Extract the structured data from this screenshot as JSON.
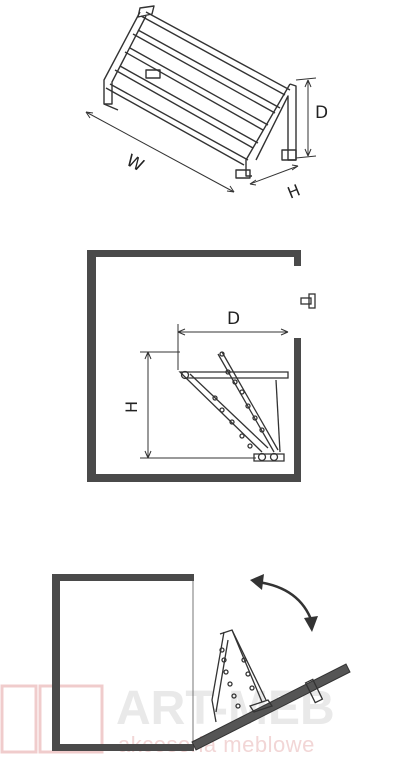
{
  "diagram_iso": {
    "label_width": "W",
    "label_depth": "D",
    "label_height": "H"
  },
  "diagram_section": {
    "label_depth": "D",
    "label_height": "H"
  },
  "diagram_door": {},
  "watermark": {
    "brand": "ART-MEB",
    "tagline": "akcesoria meblowe",
    "brand_color": "#e9e9e9",
    "tagline_color": "#f2d6d6"
  },
  "colors": {
    "line": "#333333",
    "cabinet_wall": "#4a4a4a",
    "door_panel": "#555555"
  }
}
